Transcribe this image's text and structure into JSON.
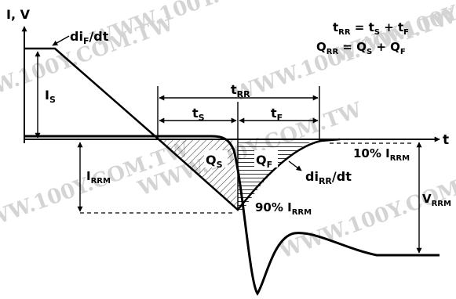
{
  "colors": {
    "ink": "#000000",
    "watermark": "#d4d4d4",
    "background": "#ffffff"
  },
  "labels": {
    "y_axis": "I, V",
    "x_axis": "t",
    "slope_forward": {
      "main": "di",
      "sub": "F",
      "tail": "/dt"
    },
    "current_is": {
      "main": "I",
      "sub": "S"
    },
    "current_irrm": {
      "main": "I",
      "sub": "RRM"
    },
    "t_rr": {
      "main": "t",
      "sub": "RR"
    },
    "t_s": {
      "main": "t",
      "sub": "S"
    },
    "t_f": {
      "main": "t",
      "sub": "F"
    },
    "q_s": {
      "main": "Q",
      "sub": "S"
    },
    "q_f": {
      "main": "Q",
      "sub": "F"
    },
    "slope_reverse": {
      "main": "di",
      "sub": "RR",
      "tail": "/dt"
    },
    "pct10": {
      "main": "10% I",
      "sub": "RRM"
    },
    "pct90": {
      "main": "90% I",
      "sub": "RRM"
    },
    "v_rrm": {
      "main": "V",
      "sub": "RRM"
    }
  },
  "equations": {
    "eq_trr": [
      "t",
      "RR",
      " = t",
      "S",
      " + t",
      "F"
    ],
    "eq_qrr": [
      "Q",
      "RR",
      " = Q",
      "S",
      " + Q",
      "F"
    ]
  },
  "watermark": "WWW.100Y.COM.TW"
}
